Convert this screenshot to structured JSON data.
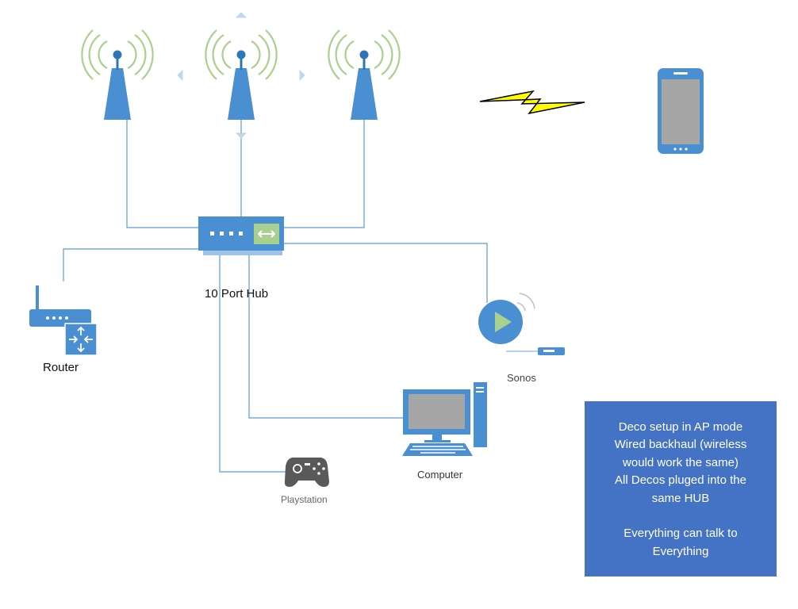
{
  "labels": {
    "hub": "10 Port Hub",
    "router": "Router",
    "sonos": "Sonos",
    "computer": "Computer",
    "playstation": "Playstation"
  },
  "note": {
    "lines": [
      "Deco setup in AP mode",
      "Wired backhaul (wireless",
      "would work the same)",
      "All Decos pluged into the",
      "same HUB",
      "",
      "Everything can talk to",
      "Everything"
    ]
  },
  "colors": {
    "device_blue": "#4a8fd2",
    "signal_green": "#a9d08e",
    "cable": "#5b9bd5",
    "note_background": "#4472c4",
    "lightning": "#ffff00",
    "screen_gray": "#a6a6a6"
  },
  "icons": [
    "antenna-icon",
    "hub-icon",
    "router-icon",
    "sonos-icon",
    "computer-icon",
    "gamepad-icon",
    "smartphone-icon",
    "lightning-icon"
  ]
}
